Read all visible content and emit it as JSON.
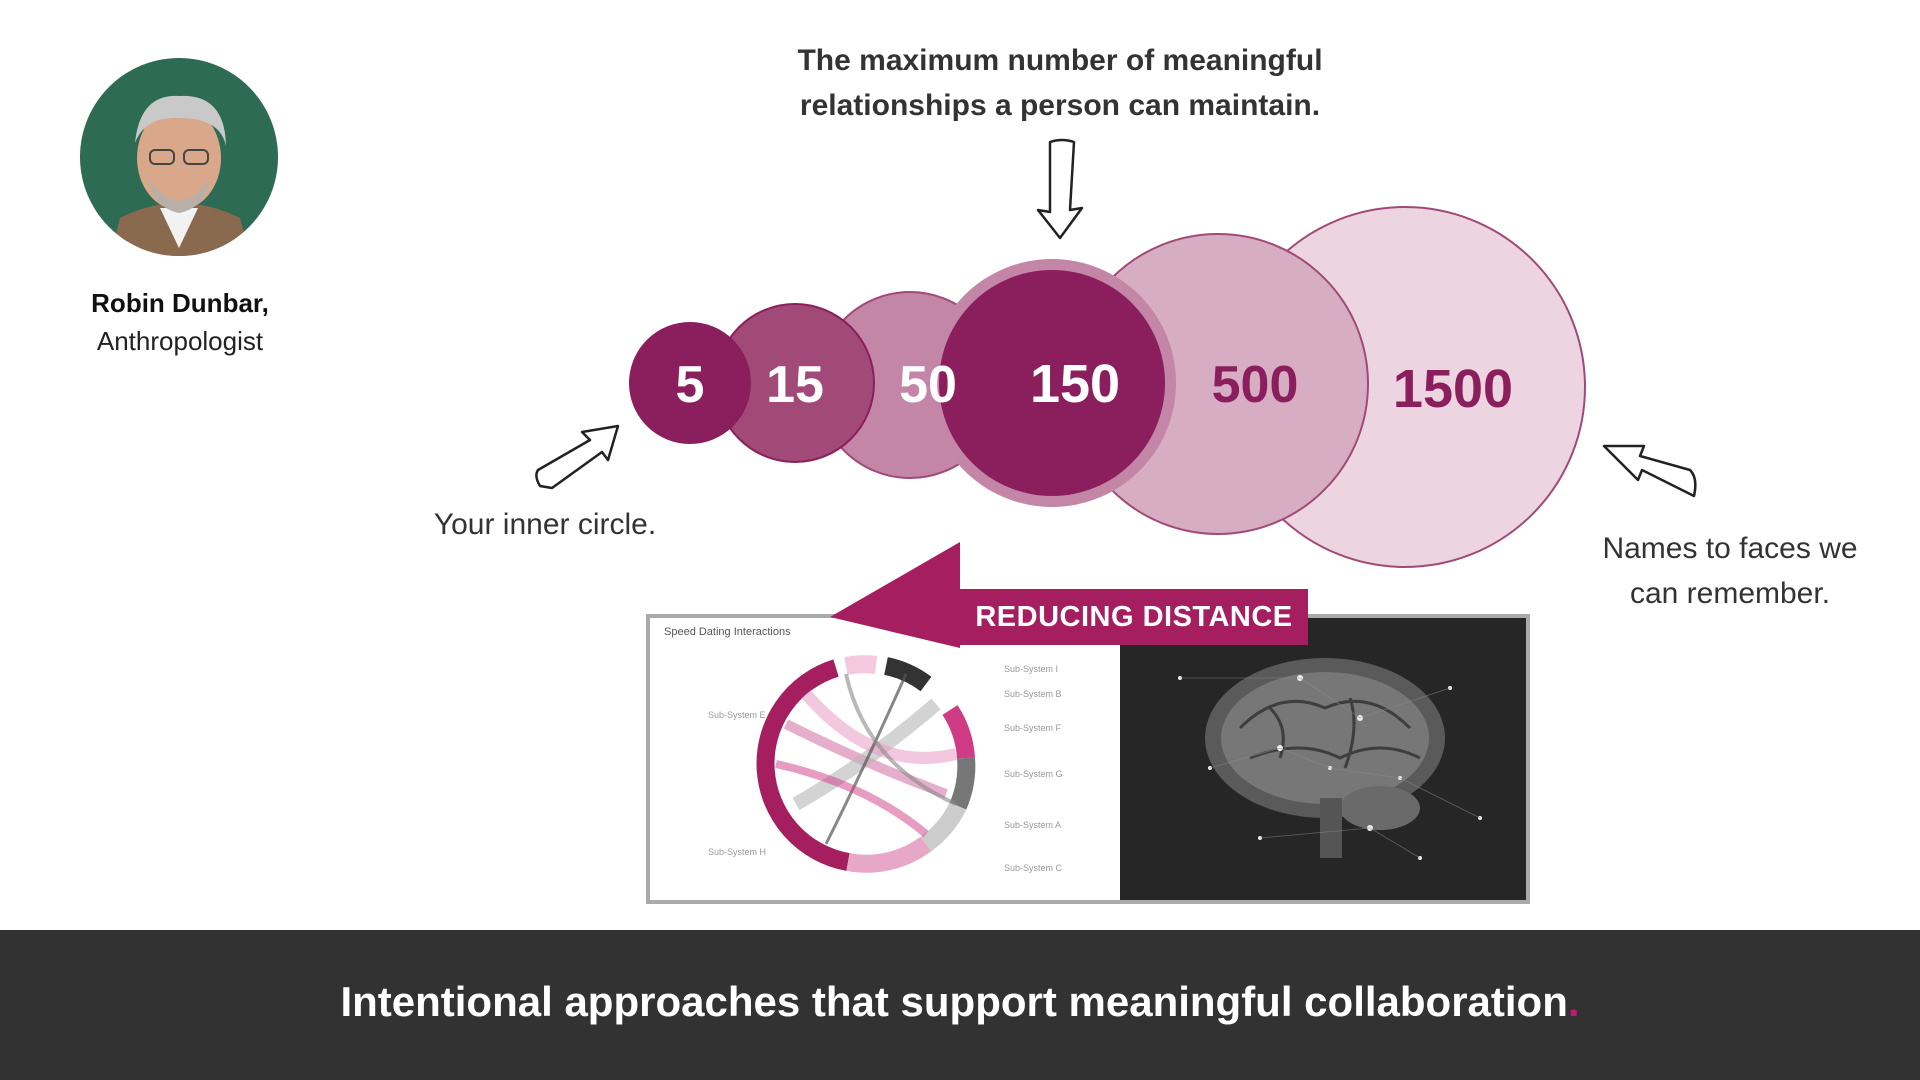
{
  "person": {
    "name": "Robin Dunbar,",
    "role": "Anthropologist"
  },
  "captions": {
    "top": "The maximum number of meaningful relationships a person can maintain.",
    "inner": "Your inner circle.",
    "names": "Names to faces we can remember."
  },
  "circles": [
    {
      "value": "5",
      "color": "#8b1f5d",
      "text_color": "#ffffff"
    },
    {
      "value": "15",
      "color": "#a14a77",
      "text_color": "#ffffff"
    },
    {
      "value": "50",
      "color": "#c386a6",
      "text_color": "#ffffff"
    },
    {
      "value": "150",
      "color": "#8b1f5d",
      "text_color": "#ffffff"
    },
    {
      "value": "500",
      "color": "#d7adc3",
      "text_color": "#8b1f5d"
    },
    {
      "value": "1500",
      "color": "#ecd5e1",
      "text_color": "#8b1f5d"
    }
  ],
  "banner": {
    "label": "REDUCING DISTANCE",
    "color": "#a51e5f"
  },
  "chord": {
    "title": "Speed Dating Interactions",
    "labels": [
      "Sub-System I",
      "Sub-System B",
      "Sub-System F",
      "Sub-System G",
      "Sub-System A",
      "Sub-System C",
      "Sub-System E",
      "Sub-System H"
    ]
  },
  "footer": {
    "text": "Intentional approaches that support meaningful collaboration",
    "dot": "."
  }
}
